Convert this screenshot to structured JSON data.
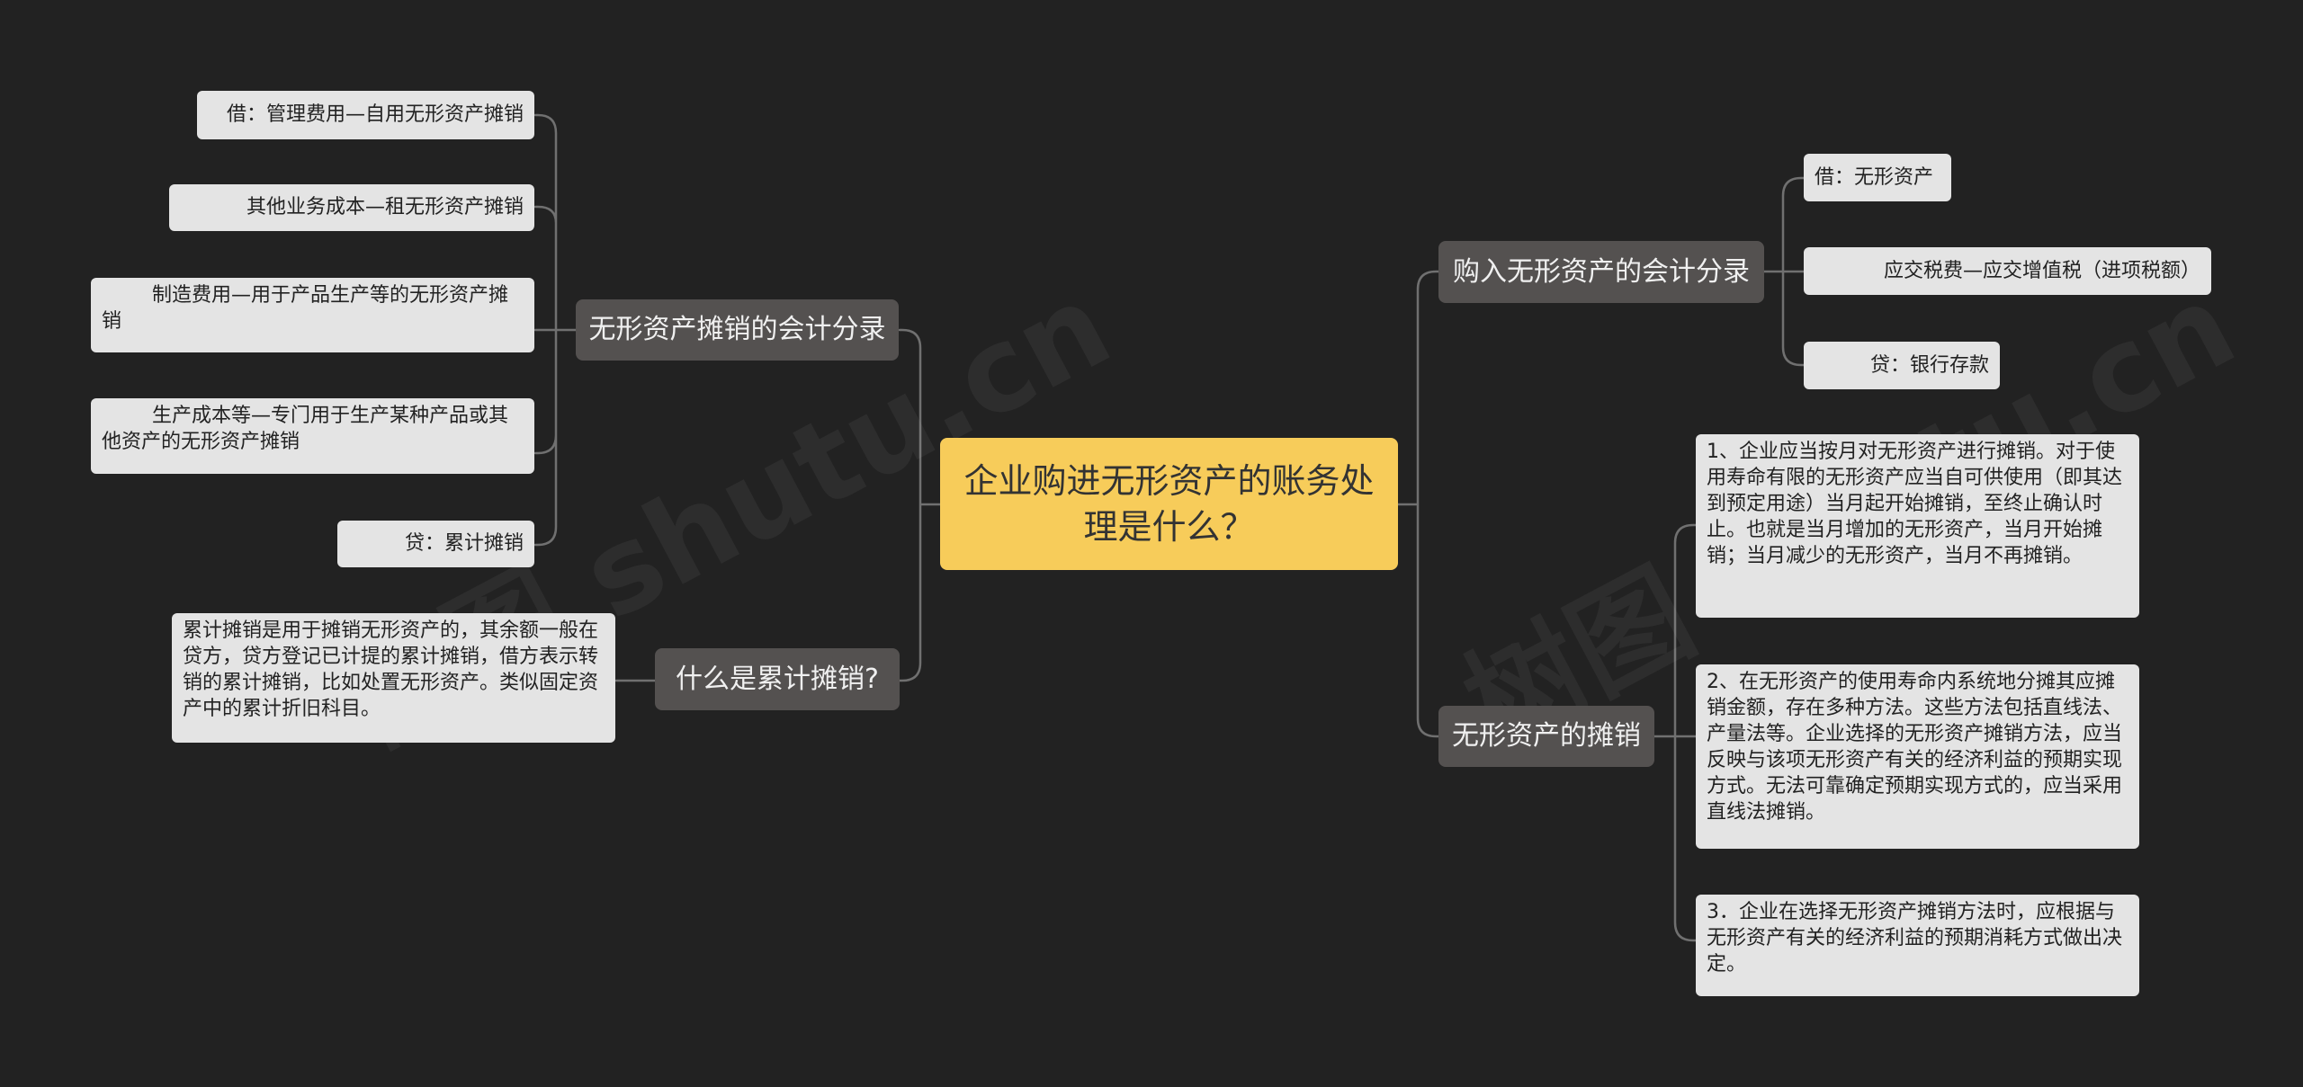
{
  "root": {
    "title": "企业购进无形资产的账务处理是什么？"
  },
  "left": {
    "amortization_entry": {
      "label": "无形资产摊销的会计分录",
      "items": [
        "借：管理费用—自用无形资产摊销",
        "其他业务成本—租无形资产摊销",
        "        制造费用—用于产品生产等的无形资产摊销",
        "        生产成本等—专门用于生产某种产品或其他资产的无形资产摊销",
        "贷：累计摊销"
      ]
    },
    "accumulated": {
      "label": "什么是累计摊销?",
      "items": [
        "累计摊销是用于摊销无形资产的，其余额一般在贷方，贷方登记已计提的累计摊销，借方表示转销的累计摊销，比如处置无形资产。类似固定资产中的累计折旧科目。"
      ]
    }
  },
  "right": {
    "purchase_entry": {
      "label": "购入无形资产的会计分录",
      "items": [
        "借：无形资产",
        "应交税费—应交增值税（进项税额）",
        "贷：银行存款"
      ]
    },
    "amortization": {
      "label": "无形资产的摊销",
      "items": [
        "1、企业应当按月对无形资产进行摊销。对于使用寿命有限的无形资产应当自可供使用（即其达到预定用途）当月起开始摊销，至终止确认时止。也就是当月增加的无形资产，当月开始摊销；当月减少的无形资产，当月不再摊销。",
        "2、在无形资产的使用寿命内系统地分摊其应摊销金额，存在多种方法。这些方法包括直线法、产量法等。企业选择的无形资产摊销方法，应当反映与该项无形资产有关的经济利益的预期实现方式。无法可靠确定预期实现方式的，应当采用直线法摊销。",
        "3．企业在选择无形资产摊销方法时，应根据与无形资产有关的经济利益的预期消耗方式做出决定。"
      ]
    }
  },
  "watermark": {
    "text": "树图 shutu.cn"
  },
  "colors": {
    "background": "#222222",
    "root": "#f7cc5a",
    "branch": "#545150",
    "leaf": "#e4e4e4",
    "line": "#707070"
  }
}
